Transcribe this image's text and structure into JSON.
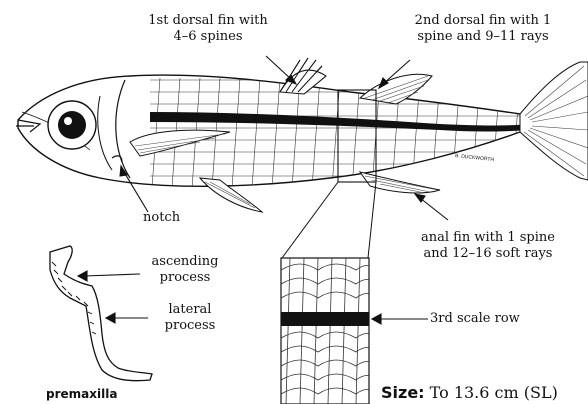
{
  "labels": {
    "dorsal1_line1": "1st dorsal fin with",
    "dorsal1_line2": "4–6 spines",
    "dorsal2_line1": "2nd dorsal fin with 1",
    "dorsal2_line2": "spine  and 9–11 rays",
    "notch": "notch",
    "anal_line1": "anal fin with 1 spine",
    "anal_line2": "and 12–16 soft rays",
    "ascending_line1": "ascending",
    "ascending_line2": "process",
    "lateral_line1": "lateral",
    "lateral_line2": "process",
    "scale_row": "3rd scale row",
    "premaxilla": "premaxilla",
    "size_label": "Size:",
    "size_value": " To  13.6 cm (SL)",
    "artist_signature": "B. DUCKWORTH"
  },
  "colors": {
    "ink": "#111111",
    "background": "#ffffff"
  }
}
